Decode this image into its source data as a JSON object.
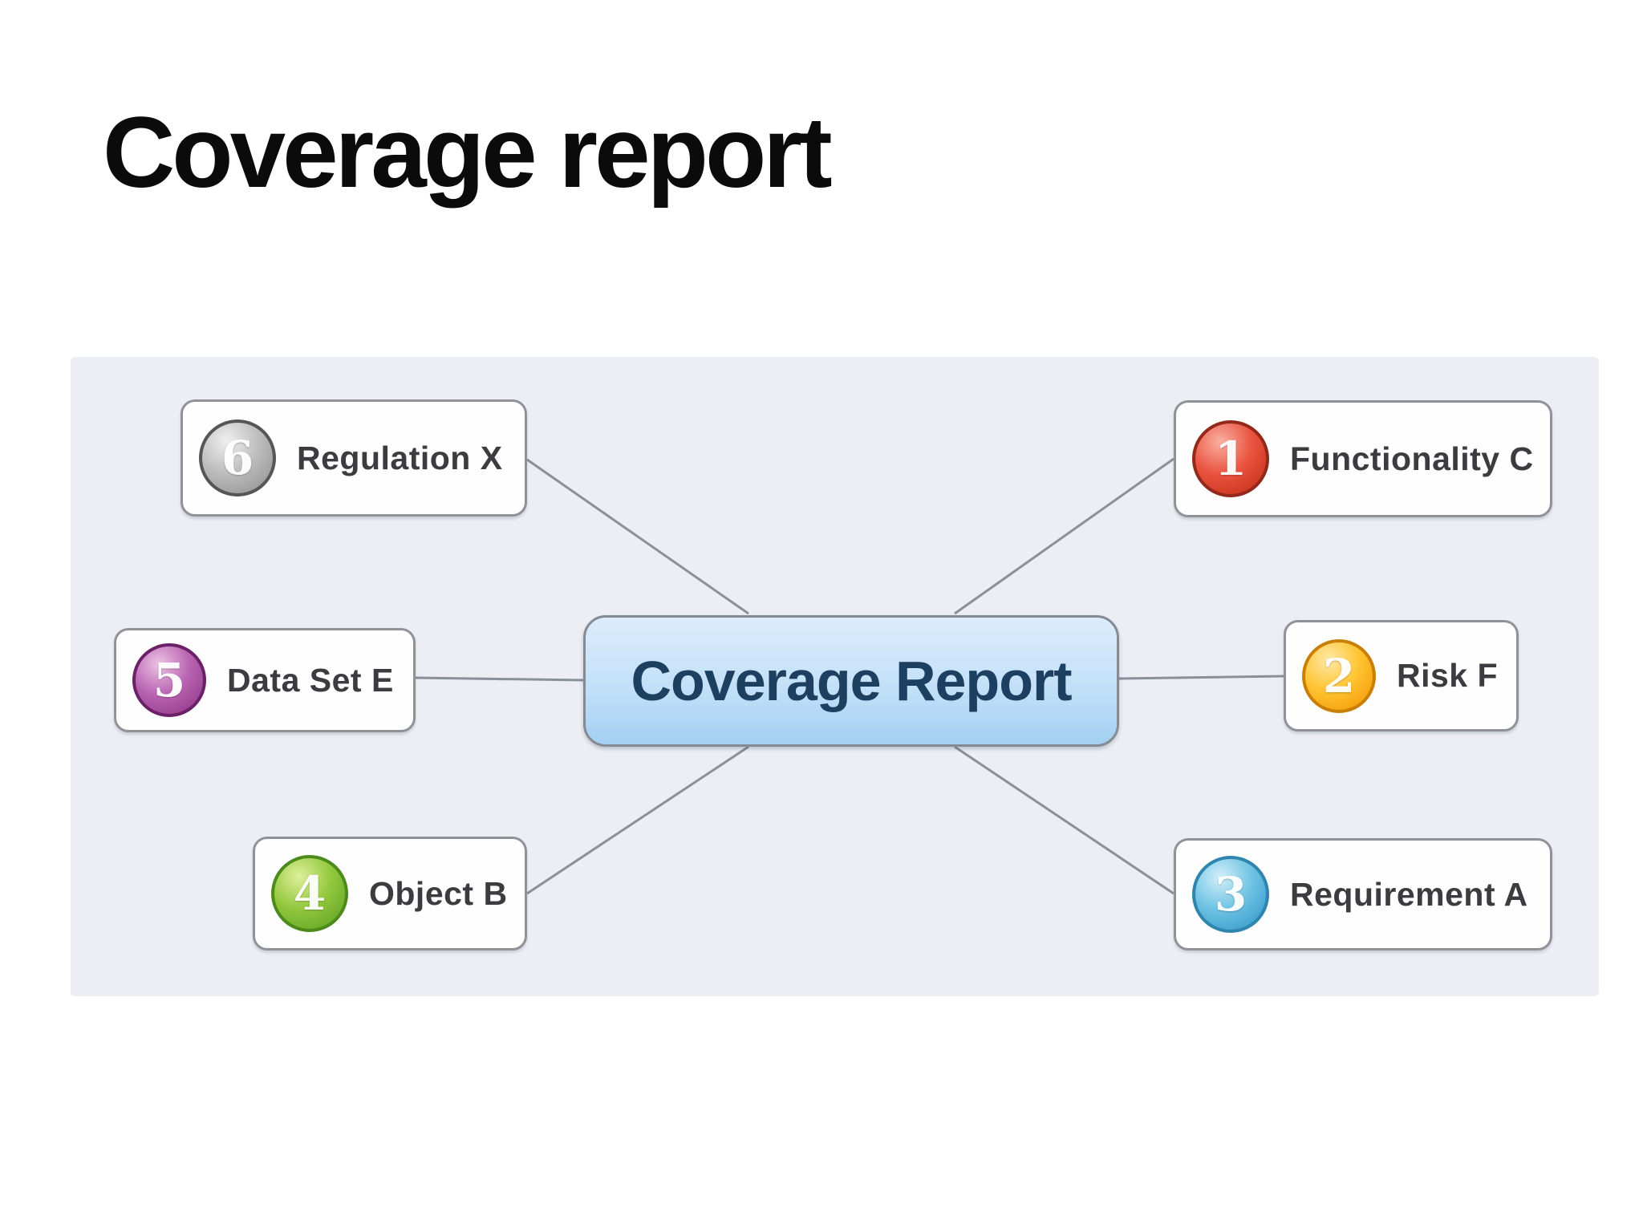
{
  "page": {
    "title": "Coverage report"
  },
  "diagram": {
    "center": {
      "label": "Coverage Report",
      "fill_top": "#dcedfc",
      "fill_bottom": "#a3d0f2",
      "text_color": "#1d3f60"
    },
    "nodes": [
      {
        "id": "functionality-c",
        "label": "Functionality C",
        "badge_number": "1",
        "badge_color": "#e9503c"
      },
      {
        "id": "risk-f",
        "label": "Risk F",
        "badge_number": "2",
        "badge_color": "#ffc432"
      },
      {
        "id": "requirement-a",
        "label": "Requirement A",
        "badge_number": "3",
        "badge_color": "#6fc3e3"
      },
      {
        "id": "object-b",
        "label": "Object B",
        "badge_number": "4",
        "badge_color": "#93c83e"
      },
      {
        "id": "data-set-e",
        "label": "Data Set E",
        "badge_number": "5",
        "badge_color": "#b964b2"
      },
      {
        "id": "regulation-x",
        "label": "Regulation X",
        "badge_number": "6",
        "badge_color": "#bdbdbd"
      }
    ],
    "colors": {
      "panel_background": "#eceef4",
      "node_background": "#fefefe",
      "node_border": "#8f9399",
      "connector": "#8a8f99",
      "title_text": "#0b0b0b",
      "node_label_text": "#3c3c40"
    }
  }
}
